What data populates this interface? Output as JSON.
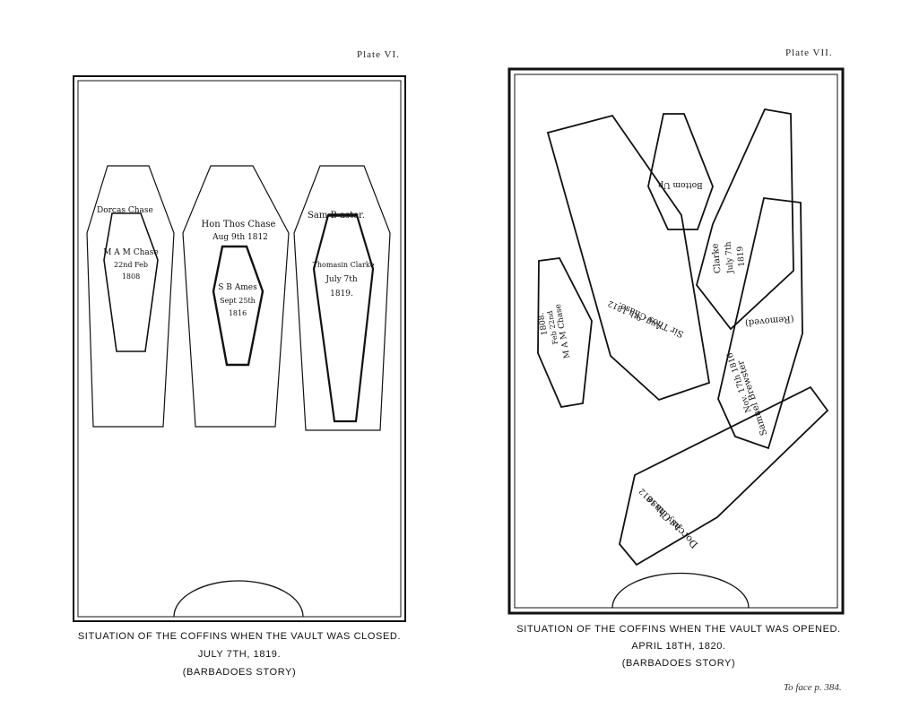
{
  "left_plate": {
    "label": "Plate VI.",
    "coffins": {
      "c1_outer": "Dorcas Chase",
      "c1_inner_name": "M A M Chase",
      "c1_inner_date": "22nd Feb",
      "c1_inner_year": "1808",
      "c2_outer_name": "Hon Thos Chase",
      "c2_outer_date": "Aug 9th 1812",
      "c2_inner_name": "S B Ames",
      "c2_inner_date": "Sept 25th",
      "c2_inner_year": "1816",
      "c3_outer": "Sam B aster.",
      "c3_inner_name": "Thomasin Clarke",
      "c3_inner_date": "July 7th",
      "c3_inner_year": "1819."
    },
    "caption": {
      "line1": "SITUATION OF THE COFFINS WHEN THE VAULT WAS CLOSED.",
      "line2": "JULY 7TH, 1819.",
      "line3": "(BARBADOES STORY)"
    }
  },
  "right_plate": {
    "label": "Plate VII.",
    "coffins": {
      "bottom_up": "Bottom Up",
      "clarke_name": "Clarke",
      "clarke_date": "July 7th",
      "clarke_year": "1819",
      "mam_name": "M A M Chase",
      "mam_date": "Feb 22nd",
      "mam_year": "1808.",
      "thos_name": "Sir Thos Chase.",
      "thos_date": "Aug. 9th 1812",
      "removed": "(Removed)",
      "brewster_name": "Samuel Brewster",
      "brewster_date": "Nov. 17th 1816",
      "dorcas_name": "Dorcas Chase",
      "dorcas_date": "July 6th 1812"
    },
    "caption": {
      "line1": "SITUATION OF THE COFFINS WHEN THE VAULT WAS OPENED.",
      "line2": "APRIL 18TH, 1820.",
      "line3": "(BARBADOES STORY)"
    }
  },
  "facing_note": "To face p. 384."
}
